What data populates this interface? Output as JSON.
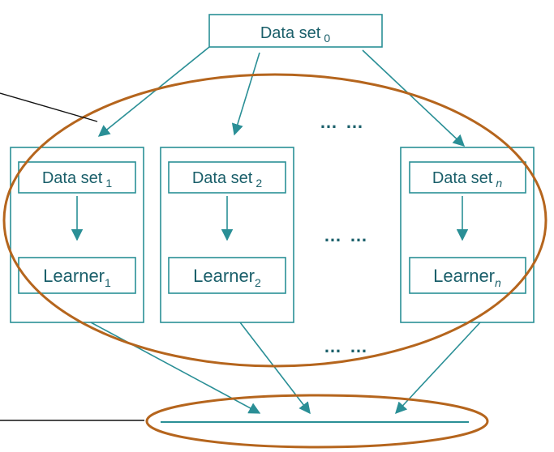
{
  "root": {
    "label": "Data set",
    "sub": "0"
  },
  "columns": [
    {
      "dataset": {
        "label": "Data set",
        "sub": "1"
      },
      "learner": {
        "label": "Learner",
        "sub": "1"
      }
    },
    {
      "dataset": {
        "label": "Data set",
        "sub": "2"
      },
      "learner": {
        "label": "Learner",
        "sub": "2"
      }
    },
    {
      "dataset": {
        "label": "Data set",
        "sub": "n"
      },
      "learner": {
        "label": "Learner",
        "sub": "n"
      }
    }
  ],
  "ellipsis": "… …",
  "colors": {
    "line": "#2a8f96",
    "ellipse": "#b5651d",
    "text": "#1a5f6a",
    "pointer": "#111111"
  }
}
